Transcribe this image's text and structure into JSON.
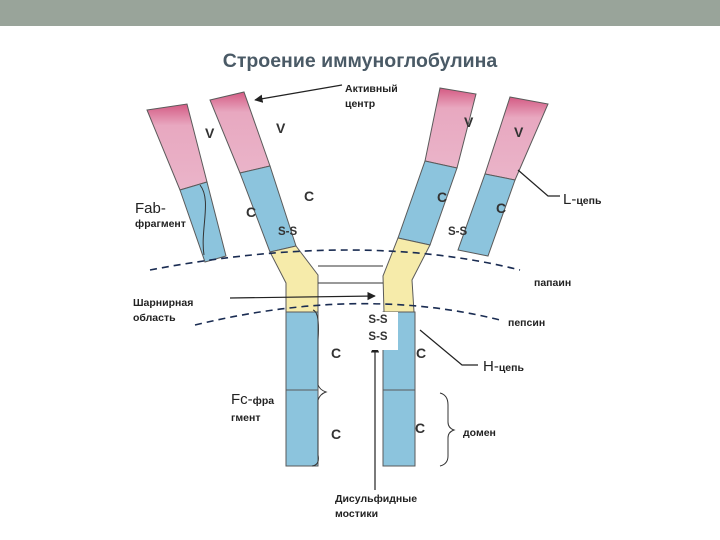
{
  "title": "Строение иммуноглобулина",
  "labels": {
    "active_center_line1": "Активный",
    "active_center_line2": "центр",
    "fab_main": "Fab-",
    "fab_sub": "фрагмент",
    "hinge_line1": "Шарнирная",
    "hinge_line2": "область",
    "papain": "папаин",
    "pepsin": "пепсин",
    "l_chain_main": "L-",
    "l_chain_sub": "цепь",
    "h_chain_main": "H-",
    "h_chain_sub": "цепь",
    "fc_main": "Fc-",
    "fc_sub1": "фра",
    "fc_sub2": "гмент",
    "domain": "домен",
    "disulfide_line1": "Дисульфидные",
    "disulfide_line2": "мостики"
  },
  "regions": {
    "variable": "V",
    "constant": "C",
    "disulfide_bond": "S-S"
  },
  "colors": {
    "variable": "#e8a8c0",
    "variable_tip": "#d45b84",
    "constant": "#8cc4dd",
    "hinge": "#f6ebaa",
    "outline": "#5a5a5a",
    "title": "#4a5a66",
    "topbar": "#99a49a"
  }
}
